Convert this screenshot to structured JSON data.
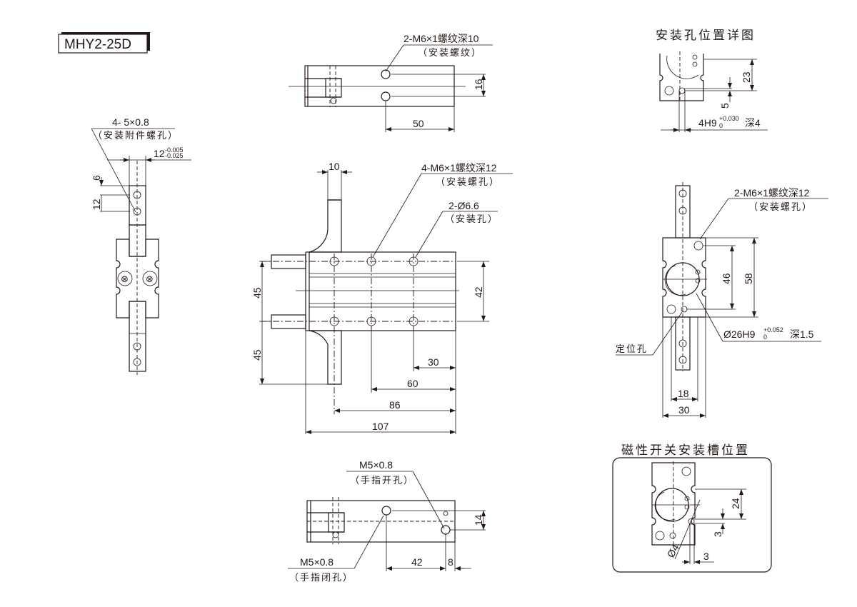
{
  "model": {
    "label": "MHY2-25D"
  },
  "side_view_left": {
    "note_line1": "4- 5×0.8",
    "note_line2": "（安装附件螺孔）",
    "tolerance_base": "12",
    "tolerance_upper": "-0.005",
    "tolerance_lower": "-0.025",
    "dim_6": "6",
    "dim_12": "12"
  },
  "top_view": {
    "note_line1": "2-M6×1螺纹深10",
    "note_line2": "（安装螺纹）",
    "dim_16": "16",
    "dim_50": "50"
  },
  "mount_detail": {
    "title": "安装孔位置详图",
    "dim_23": "23",
    "dim_5": "5",
    "tol_base": "4H9",
    "tol_upper": "+0.030",
    "tol_lower": "0",
    "tol_suffix": "深4"
  },
  "front_view": {
    "dim_10": "10",
    "note_a_line1": "4-M6×1螺纹深12",
    "note_a_line2": "（安装螺孔）",
    "note_b_line1": "2-Ø6.6",
    "note_b_line2": "（安装孔）",
    "dim_45_top": "45",
    "dim_45_bottom": "45",
    "dim_42": "42",
    "dim_30": "30",
    "dim_60": "60",
    "dim_86": "86",
    "dim_107": "107"
  },
  "end_view": {
    "note_line1": "2-M6×1螺纹深12",
    "note_line2": "（安装螺孔）",
    "dim_46": "46",
    "dim_58": "58",
    "locating_hole": "定位孔",
    "bore_base": "Ø26H9",
    "bore_upper": "+0.052",
    "bore_lower": "0",
    "bore_suffix": "深1.5",
    "dim_18": "18",
    "dim_30": "30"
  },
  "bottom_view": {
    "open_note_line1": "M5×0.8",
    "open_note_line2": "（手指开孔）",
    "close_note_line1": "M5×0.8",
    "close_note_line2": "（手指闭孔）",
    "dim_14": "14",
    "dim_42": "42",
    "dim_8": "8"
  },
  "switch_slot": {
    "title": "磁性开关安装槽位置",
    "dim_24": "24",
    "dim_3_vertical": "3",
    "dim_3_horizontal": "3",
    "dim_dia4": "Ø4"
  }
}
